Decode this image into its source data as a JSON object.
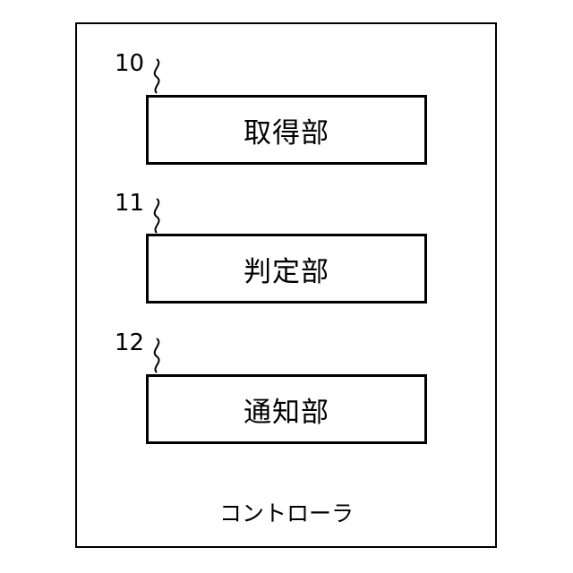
{
  "diagram": {
    "controller_label": "コントローラ",
    "units": [
      {
        "ref": "10",
        "label": "取得部"
      },
      {
        "ref": "11",
        "label": "判定部"
      },
      {
        "ref": "12",
        "label": "通知部"
      }
    ]
  }
}
